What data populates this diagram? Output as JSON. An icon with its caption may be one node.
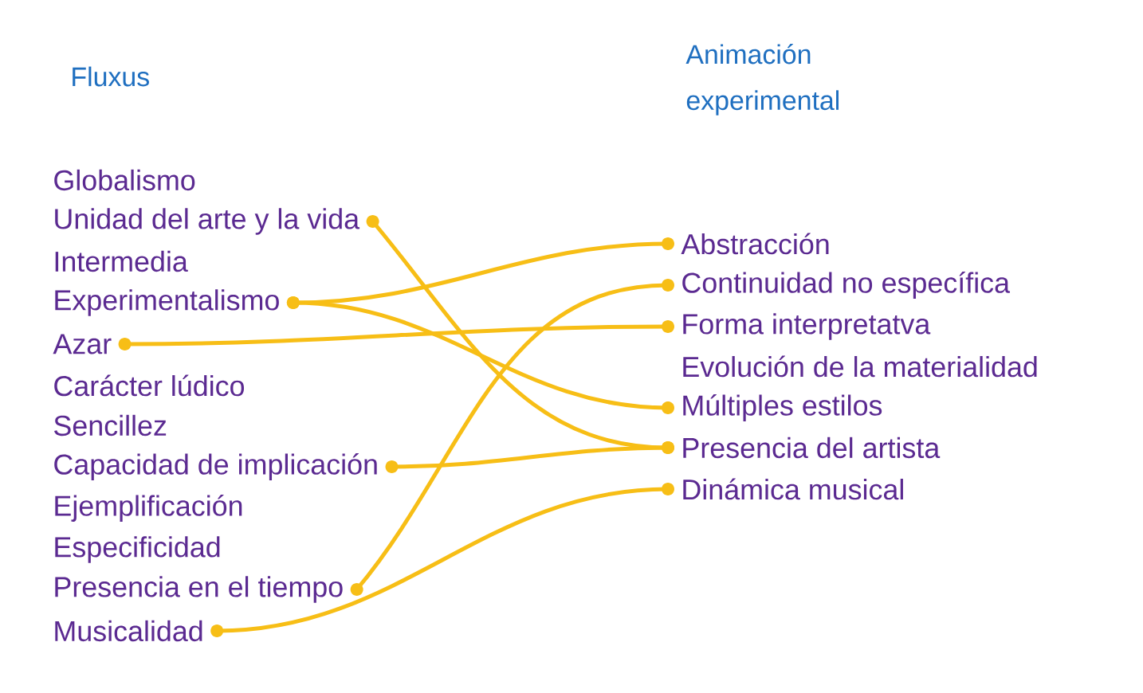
{
  "diagram": {
    "nodes": [
      {
        "text": [
          "Globalismo"
        ]
      },
      {
        "text": [
          "Unidad del arte y la vida"
        ]
      },
      {
        "text": [
          "Intermedia"
        ]
      },
      {
        "text": [
          "Experimentalismo"
        ]
      },
      {
        "text": [
          "Azar"
        ]
      },
      {
        "text": [
          "Carácter lúdico"
        ]
      },
      {
        "text": [
          "Sencillez"
        ]
      },
      {
        "text": [
          "Capacidad de implicación"
        ]
      },
      {
        "text": [
          "Ejemplificación"
        ]
      },
      {
        "text": [
          "Especificidad"
        ]
      },
      {
        "text": [
          "Presencia en el tiempo"
        ]
      },
      {
        "text": [
          "Musicalidad"
        ]
      },
      {
        "text": [
          "Abstracción"
        ]
      },
      {
        "text": [
          "Continuidad no específica"
        ]
      },
      {
        "text": [
          "Forma interpretatva"
        ]
      },
      {
        "text": [
          "Evolución de la materialidad"
        ]
      },
      {
        "text": [
          "Múltiples estilos"
        ]
      },
      {
        "text": [
          "Presencia del artista"
        ]
      },
      {
        "text": [
          "Dinámica musical"
        ]
      }
    ],
    "edges": [
      {
        "from": 1,
        "to": 17,
        "arrow": "other"
      },
      {
        "from": 3,
        "to": 12,
        "arrow": "other"
      },
      {
        "from": 3,
        "to": 16,
        "arrow": "other"
      },
      {
        "from": 4,
        "to": 14,
        "arrow": "other"
      },
      {
        "from": 7,
        "to": 17,
        "arrow": "other"
      },
      {
        "from": 10,
        "to": 13,
        "arrow": "other"
      },
      {
        "from": 11,
        "to": 18,
        "arrow": "other"
      }
    ],
    "labels": [
      "Fluxus",
      "Animación experimental"
    ]
  }
}
